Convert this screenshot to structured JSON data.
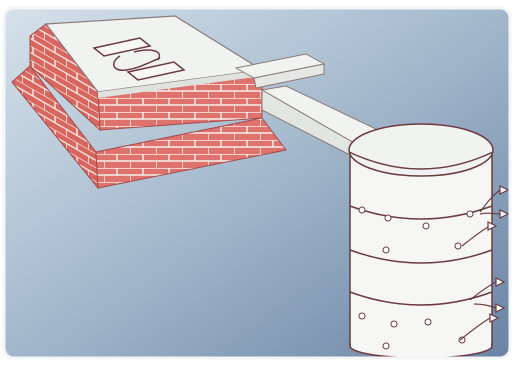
{
  "illustration": {
    "subject": "brick-latrine-with-pipe-to-leach-pit",
    "colors": {
      "background_top": "#c9d7e3",
      "background_bottom": "#6f87a8",
      "brick": "#e0726e",
      "mortar": "#f4efe8",
      "concrete": "#f1f3f1",
      "outline": "#6b3b3f"
    },
    "parts": [
      "latrine-slab",
      "squat-pan-icon",
      "brick-wall",
      "vent-pipe",
      "connecting-pipe",
      "leach-pit",
      "pit-rings",
      "weep-holes",
      "seepage-arrows"
    ]
  }
}
